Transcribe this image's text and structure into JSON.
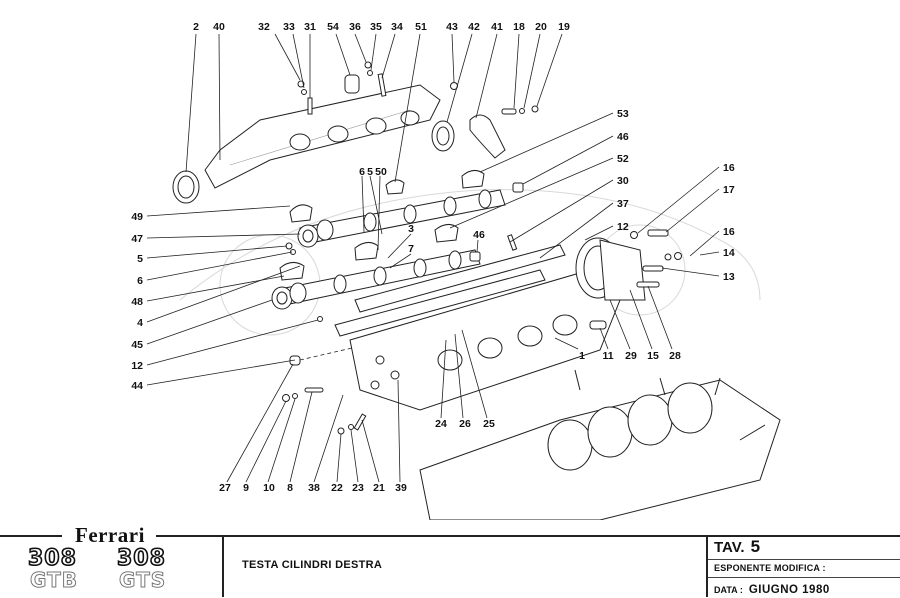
{
  "diagram": {
    "title": "TESTA CILINDRI DESTRA",
    "callouts_top": [
      "2",
      "40",
      "32",
      "33",
      "31",
      "54",
      "36",
      "35",
      "34",
      "51",
      "43",
      "42",
      "41",
      "18",
      "20",
      "19"
    ],
    "callouts_left": [
      "49",
      "47",
      "5",
      "6",
      "48",
      "4",
      "45",
      "12",
      "44"
    ],
    "callouts_right": [
      "53",
      "46",
      "52",
      "30",
      "37",
      "12",
      "16",
      "17",
      "16",
      "14",
      "13"
    ],
    "callouts_mid": [
      "5",
      "6",
      "50",
      "3",
      "7",
      "46"
    ],
    "callouts_lower_right": [
      "1",
      "11",
      "29",
      "15",
      "28"
    ],
    "callouts_lower_mid": [
      "24",
      "26",
      "25"
    ],
    "callouts_bottom": [
      "27",
      "9",
      "10",
      "8",
      "38",
      "22",
      "23",
      "21",
      "39"
    ]
  },
  "title_block": {
    "brand": "Ferrari",
    "models": [
      {
        "number": "308",
        "variant": "GTB"
      },
      {
        "number": "308",
        "variant": "GTS"
      }
    ],
    "description": "TESTA CILINDRI DESTRA",
    "tav_label": "TAV.",
    "tav_value": "5",
    "esponente_label": "ESPONENTE  MODIFICA :",
    "esponente_value": "",
    "data_label": "DATA :",
    "data_value": "GIUGNO  1980"
  }
}
